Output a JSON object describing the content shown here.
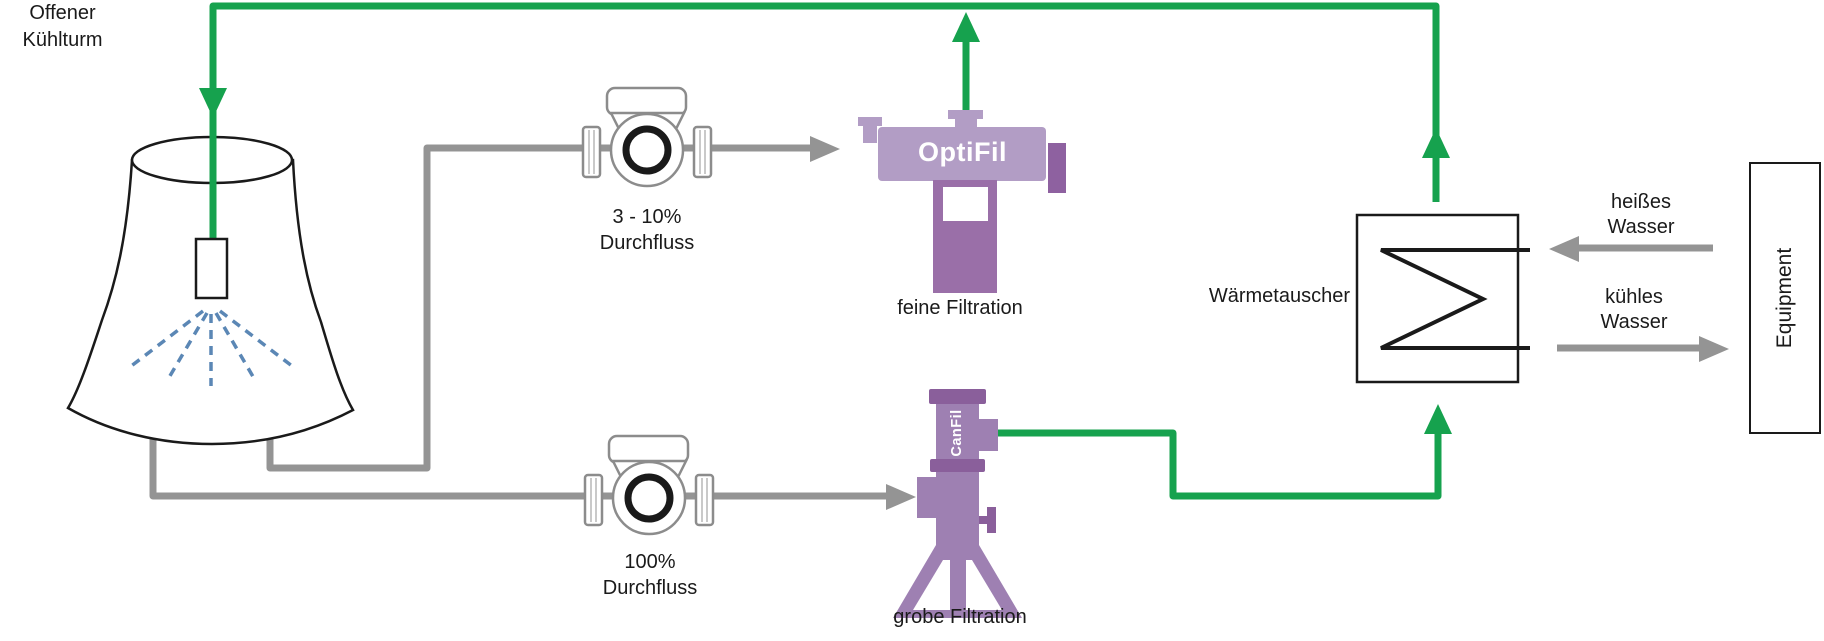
{
  "diagram": {
    "cooling_tower": {
      "label_line1": "Offener",
      "label_line2": "Kühlturm"
    },
    "pump_fine": {
      "label_line1": "3 - 10%",
      "label_line2": "Durchfluss"
    },
    "pump_coarse": {
      "label_line1": "100%",
      "label_line2": "Durchfluss"
    },
    "fine_filter": {
      "brand": "OptiFil",
      "label": "feine Filtration"
    },
    "coarse_filter": {
      "brand": "CanFil",
      "label": "grobe Filtration"
    },
    "heat_exchanger": {
      "label": "Wärmetauscher"
    },
    "hot_water": {
      "label_line1": "heißes",
      "label_line2": "Wasser"
    },
    "cool_water": {
      "label_line1": "kühles",
      "label_line2": "Wasser"
    },
    "equipment": {
      "label": "Equipment"
    }
  },
  "colors": {
    "flow_green": "#16a24e",
    "pipe_gray": "#949494",
    "device_outline_gray": "#8c8c8c",
    "purple_light": "#b29dc5",
    "purple_mid": "#9e80b2",
    "purple_dark": "#9a6fa8",
    "purple_deep": "#8a5f9b",
    "optifil_tab": "#8e61a0",
    "spray_blue": "#5b87b5",
    "text_black": "#1a1a1a"
  }
}
